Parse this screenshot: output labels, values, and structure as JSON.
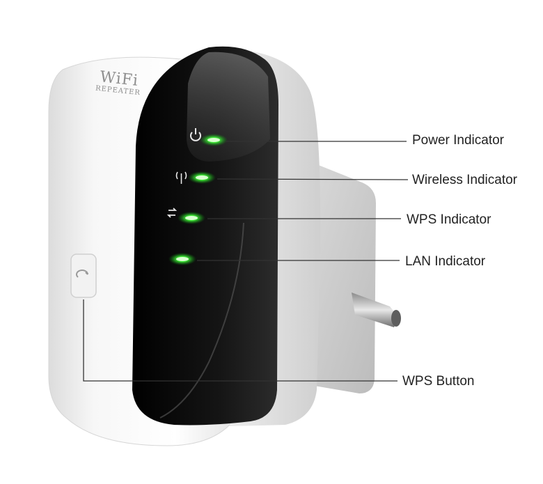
{
  "device": {
    "brand_logo": "WiFi",
    "brand_subtitle": "REPEATER",
    "led_color": "#3cff3c",
    "body_color": "#f4f4f4",
    "panel_color": "#0d0d0d"
  },
  "callouts": [
    {
      "id": "power",
      "label": "Power Indicator",
      "icon": "power-icon"
    },
    {
      "id": "wireless",
      "label": "Wireless Indicator",
      "icon": "antenna-icon"
    },
    {
      "id": "wps",
      "label": "WPS Indicator",
      "icon": "sync-arrows-icon"
    },
    {
      "id": "lan",
      "label": "LAN Indicator",
      "icon": "none"
    },
    {
      "id": "wps-button",
      "label": "WPS Button",
      "icon": "wps-button-icon"
    }
  ]
}
